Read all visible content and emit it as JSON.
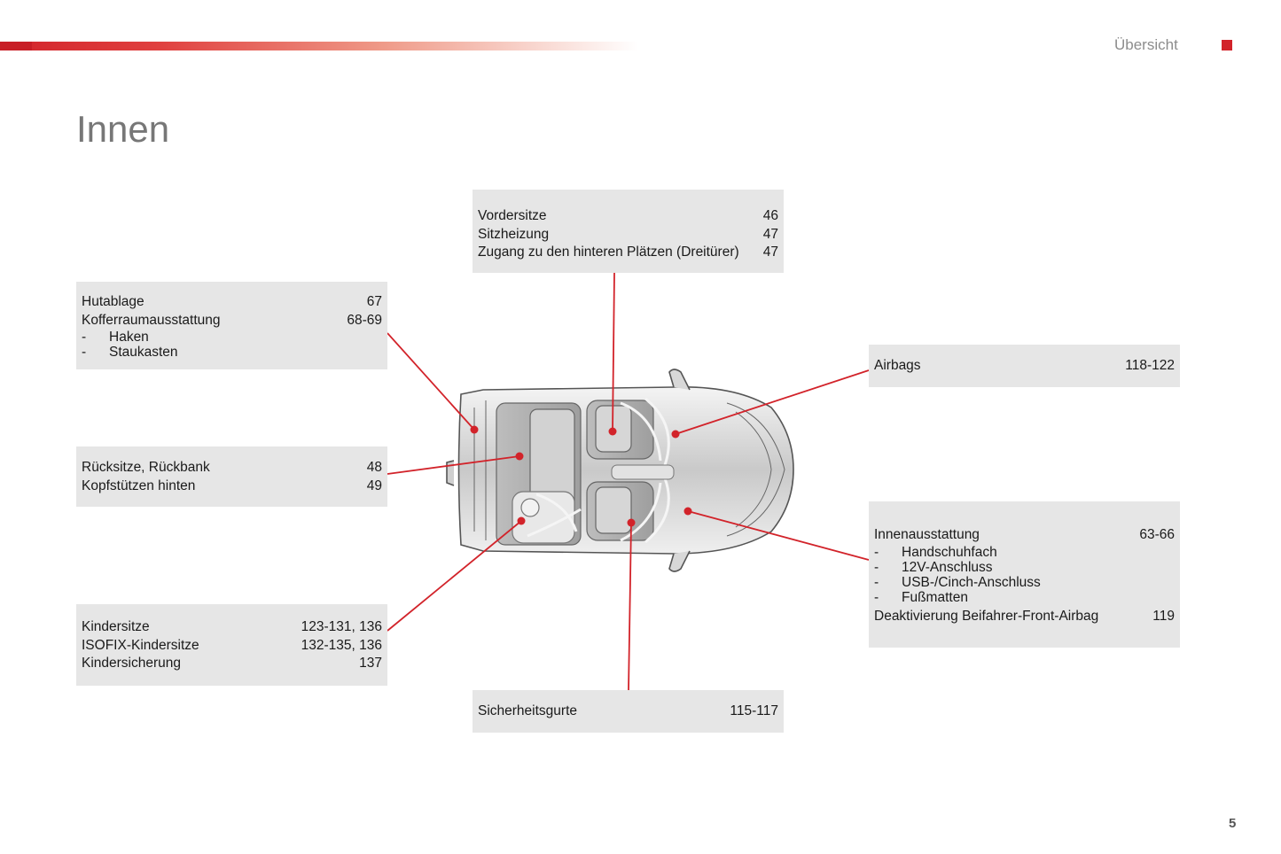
{
  "header": {
    "section": "Übersicht",
    "accent_color": "#d2232a"
  },
  "title": "Innen",
  "page_number": "5",
  "callouts": {
    "vordersitze": {
      "rows": [
        {
          "label": "Vordersitze",
          "page": "46"
        },
        {
          "label": "Sitzheizung",
          "page": "47"
        },
        {
          "label": "Zugang zu den hinteren Plätzen (Dreitürer)",
          "page": "47"
        }
      ]
    },
    "hutablage": {
      "rows": [
        {
          "label": "Hutablage",
          "page": "67"
        },
        {
          "label": "Kofferraumausstattung",
          "page": "68-69"
        }
      ],
      "subitems": [
        "Haken",
        "Staukasten"
      ]
    },
    "airbags": {
      "rows": [
        {
          "label": "Airbags",
          "page": "118-122"
        }
      ]
    },
    "ruecksitze": {
      "rows": [
        {
          "label": "Rücksitze, Rückbank",
          "page": "48"
        },
        {
          "label": "Kopfstützen hinten",
          "page": "49"
        }
      ]
    },
    "innenausstattung": {
      "rows": [
        {
          "label": "Innenausstattung",
          "page": "63-66"
        }
      ],
      "subitems": [
        "Handschuhfach",
        "12V-Anschluss",
        "USB-/Cinch-Anschluss",
        "Fußmatten"
      ],
      "rows_after": [
        {
          "label": "Deaktivierung Beifahrer-Front-Airbag",
          "page": "119"
        }
      ]
    },
    "kindersitze": {
      "rows": [
        {
          "label": "Kindersitze",
          "page": "123-131, 136"
        },
        {
          "label": "ISOFIX-Kindersitze",
          "page": "132-135, 136"
        },
        {
          "label": "Kindersicherung",
          "page": "137"
        }
      ]
    },
    "gurte": {
      "rows": [
        {
          "label": "Sicherheitsgurte",
          "page": "115-117"
        }
      ]
    }
  },
  "dash": "-",
  "diagram": {
    "icon": "car-interior-top-view-icon",
    "line_color": "#d2232a"
  }
}
